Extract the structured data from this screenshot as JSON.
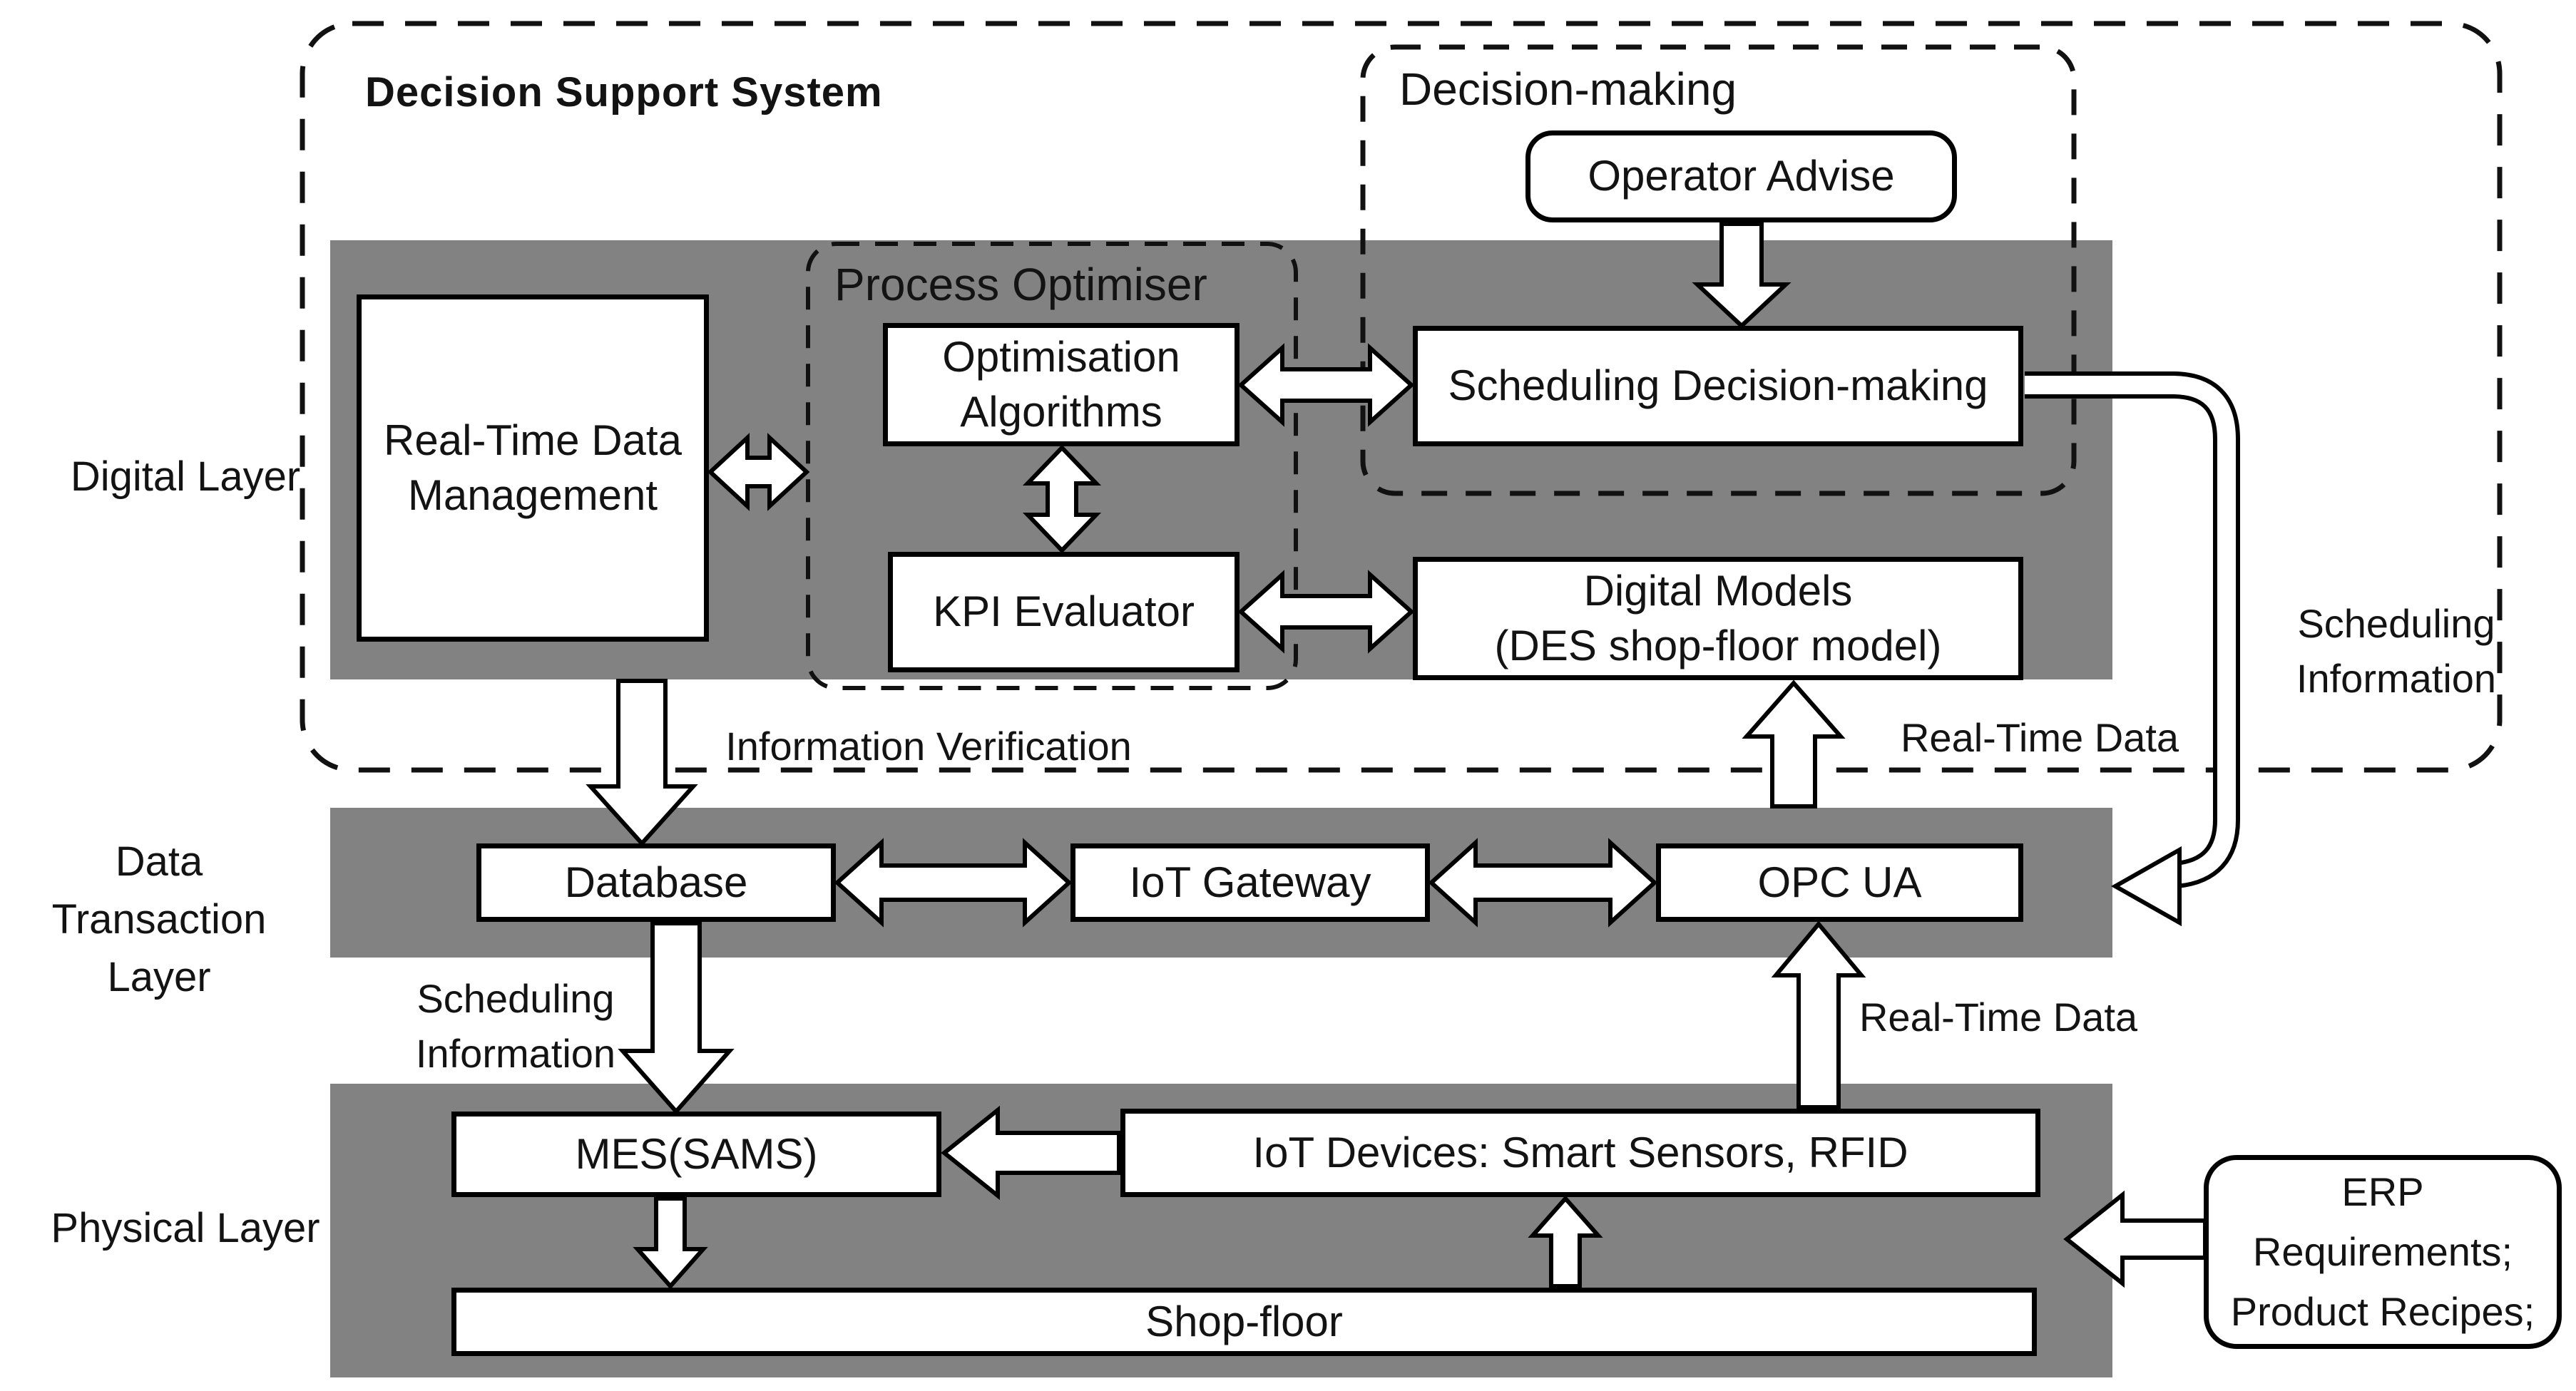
{
  "diagram": {
    "title": "Decision Support System",
    "groups": {
      "decision_making": "Decision-making",
      "process_optimiser": "Process Optimiser"
    },
    "layers": {
      "digital": "Digital Layer",
      "data_transaction": "Data Transaction\nLayer",
      "physical": "Physical Layer"
    },
    "nodes": {
      "real_time_data_management": "Real-Time Data\nManagement",
      "optimisation_algorithms": "Optimisation\nAlgorithms",
      "kpi_evaluator": "KPI Evaluator",
      "operator_advise": "Operator Advise",
      "scheduling_decision_making": "Scheduling Decision-making",
      "digital_models": "Digital Models\n(DES shop-floor model)",
      "database": "Database",
      "iot_gateway": "IoT Gateway",
      "opc_ua": "OPC UA",
      "mes": "MES(SAMS)",
      "iot_devices": "IoT Devices: Smart Sensors, RFID",
      "shop_floor": "Shop-floor",
      "erp": "ERP\nRequirements;\nProduct Recipes;"
    },
    "edge_labels": {
      "information_verification": "Information Verification",
      "real_time_data_upper": "Real-Time Data",
      "real_time_data_lower": "Real-Time Data",
      "scheduling_information_right": "Scheduling\nInformation",
      "scheduling_information_left": "Scheduling\nInformation"
    },
    "colors": {
      "band_gray": "#828282",
      "box_border": "#000000",
      "box_fill": "#ffffff"
    }
  }
}
